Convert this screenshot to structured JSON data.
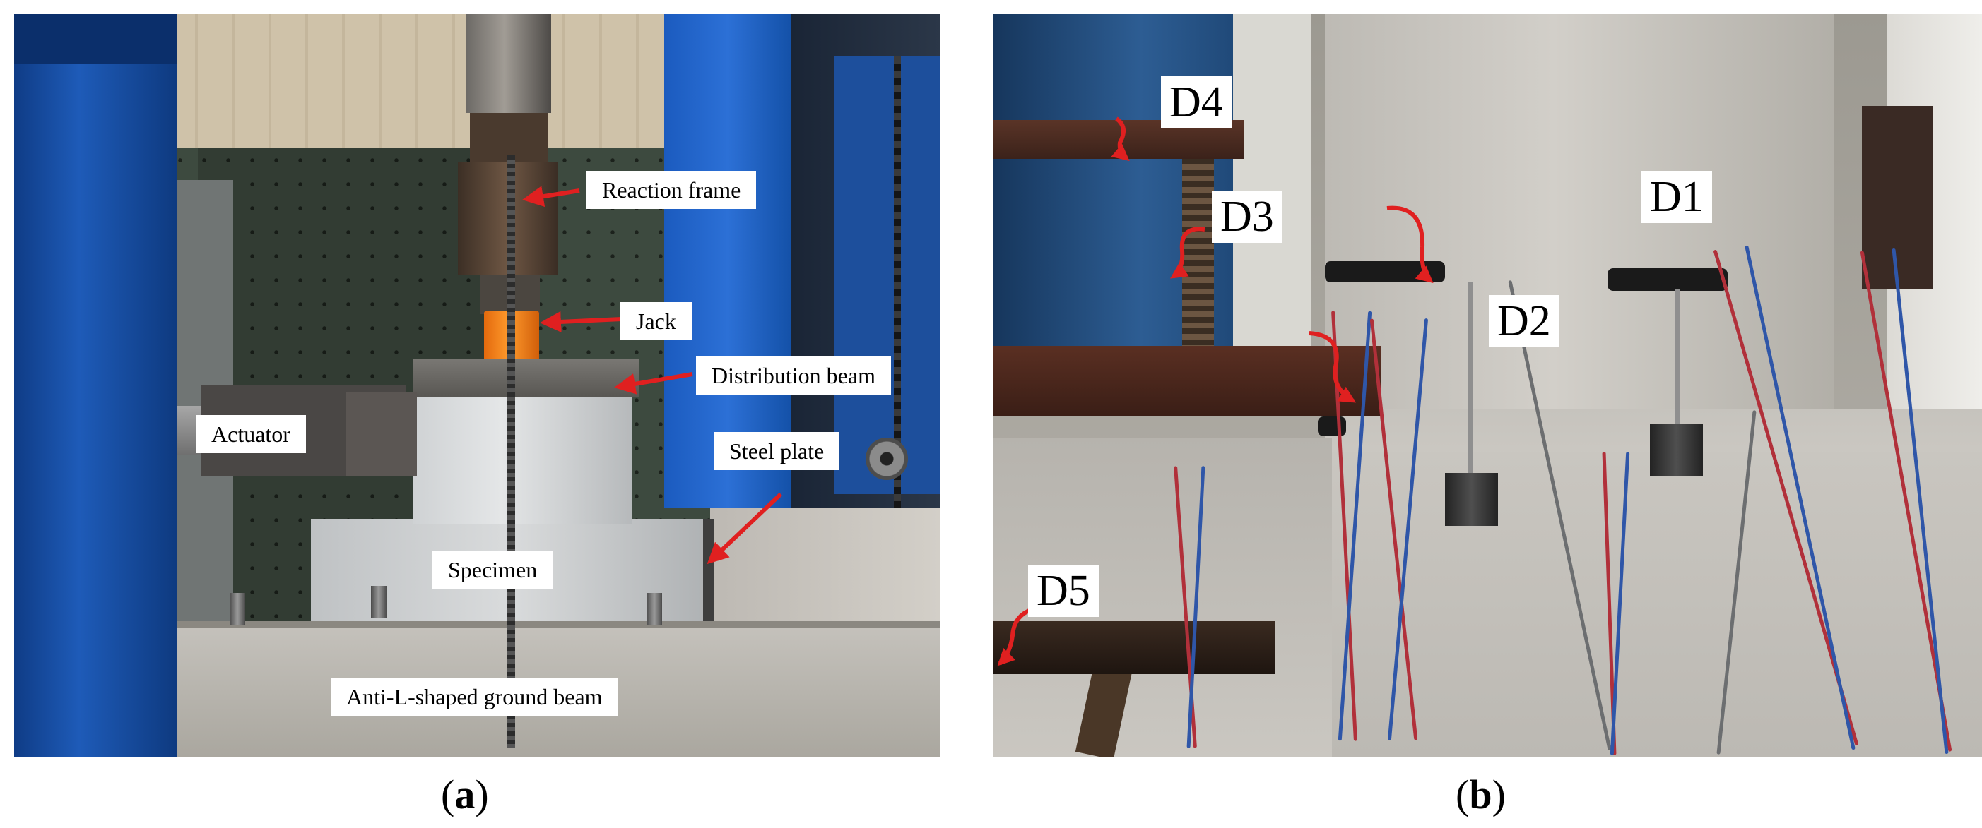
{
  "figure": {
    "panel_a": {
      "caption_letter": "a",
      "labels": {
        "reaction_frame": "Reaction frame",
        "jack": "Jack",
        "distribution_beam": "Distribution beam",
        "actuator": "Actuator",
        "steel_plate": "Steel plate",
        "specimen": "Specimen",
        "ground_beam": "Anti-L-shaped ground beam"
      }
    },
    "panel_b": {
      "caption_letter": "b",
      "labels": {
        "d1": "D1",
        "d2": "D2",
        "d3": "D3",
        "d4": "D4",
        "d5": "D5"
      }
    }
  },
  "colors": {
    "arrow": "#e02020",
    "frame_blue": "#1e5bb8",
    "jack_orange": "#ff9a2c"
  }
}
